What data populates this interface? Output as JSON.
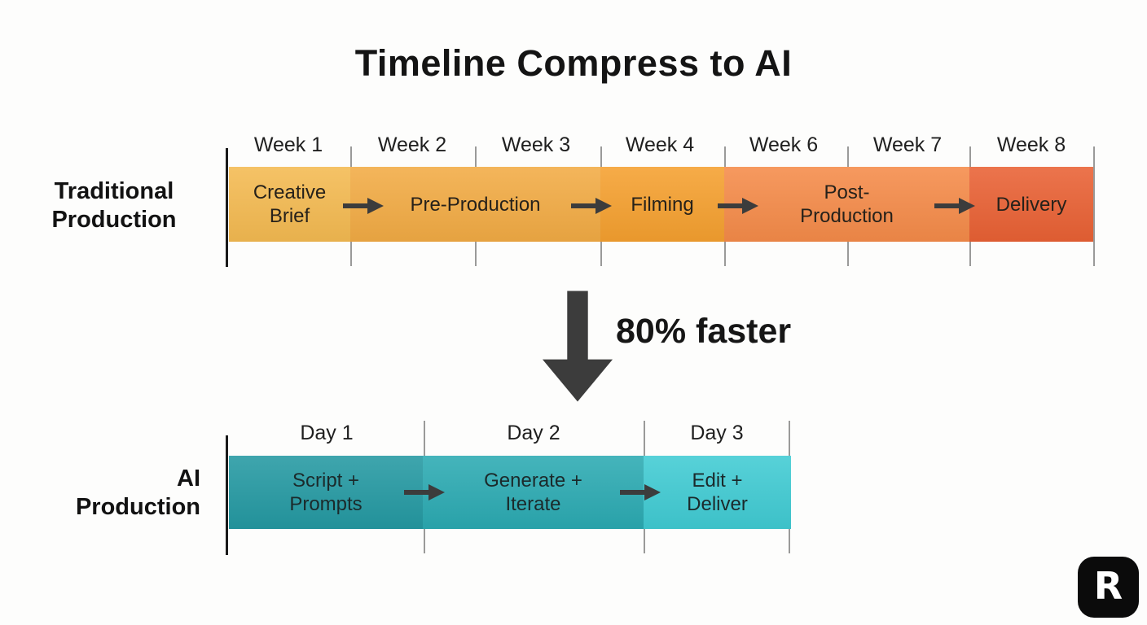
{
  "title": "Timeline Compress to AI",
  "traditional": {
    "row_label": {
      "line1": "Traditional",
      "line2": "Production"
    },
    "weeks": [
      {
        "label": "Week 1"
      },
      {
        "label": "Week 2"
      },
      {
        "label": "Week 3"
      },
      {
        "label": "Week 4"
      },
      {
        "label": "Week 6"
      },
      {
        "label": "Week 7"
      },
      {
        "label": "Week 8"
      }
    ],
    "segments": [
      {
        "label": "Creative Brief",
        "color": "#f4ba51"
      },
      {
        "label": "Pre-Production",
        "color": "#f2ab44"
      },
      {
        "label": "Filming",
        "color": "#f5a02f"
      },
      {
        "label": "Post-Production",
        "color": "#f58b49"
      },
      {
        "label": "Delivery",
        "color": "#e96134"
      }
    ]
  },
  "compression": {
    "label": "80% faster",
    "arrow_color": "#3c3c3c"
  },
  "ai": {
    "row_label": {
      "line1": "AI",
      "line2": "Production"
    },
    "days": [
      {
        "label": "Day 1"
      },
      {
        "label": "Day 2"
      },
      {
        "label": "Day 3"
      }
    ],
    "segments": [
      {
        "label": "Script + Prompts",
        "color": "#2499a2"
      },
      {
        "label": "Generate + Iterate",
        "color": "#2baab2"
      },
      {
        "label": "Edit + Deliver",
        "color": "#40cbd3"
      }
    ]
  },
  "logo": {
    "letter": "R",
    "background": "#0b0b0b"
  }
}
